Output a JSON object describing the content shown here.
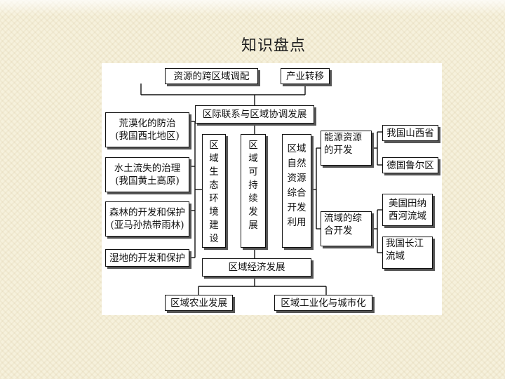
{
  "slide": {
    "title": "知识盘点"
  },
  "diagram": {
    "top_boxes": [
      "资源的跨区域调配",
      "产业转移"
    ],
    "coordination": "区际联系与区域协调发展",
    "left_items": [
      {
        "line1": "荒漠化的防治",
        "line2": "(我国西北地区)"
      },
      {
        "line1": "水土流失的治理",
        "line2": "(我国黄土高原)"
      },
      {
        "line1": "森林的开发和保护",
        "line2": "(亚马孙热带雨林)"
      },
      {
        "line1": "湿地的开发和保护",
        "line2": ""
      }
    ],
    "columns": [
      {
        "chars": [
          "区",
          "域",
          "生",
          "态",
          "环",
          "境",
          "建",
          "设"
        ]
      },
      {
        "chars": [
          "区",
          "域",
          "可",
          "持",
          "续",
          "发",
          "展"
        ]
      },
      {
        "lines": [
          "区域",
          "自然",
          "资源",
          "综合",
          "开发",
          "利用"
        ]
      }
    ],
    "middle_right": [
      {
        "line1": "能源资源",
        "line2": "的开发"
      },
      {
        "line1": "流域的综",
        "line2": "合开发"
      }
    ],
    "far_right": [
      {
        "line1": "我国山西省",
        "line2": ""
      },
      {
        "line1": "德国鲁尔区",
        "line2": ""
      },
      {
        "line1": "美国田纳",
        "line2": "西河流域"
      },
      {
        "line1": "我国长江",
        "line2": "流域"
      }
    ],
    "economic": "区域经济发展",
    "bottom_boxes": [
      "区域农业发展",
      "区域工业化与城市化"
    ]
  }
}
